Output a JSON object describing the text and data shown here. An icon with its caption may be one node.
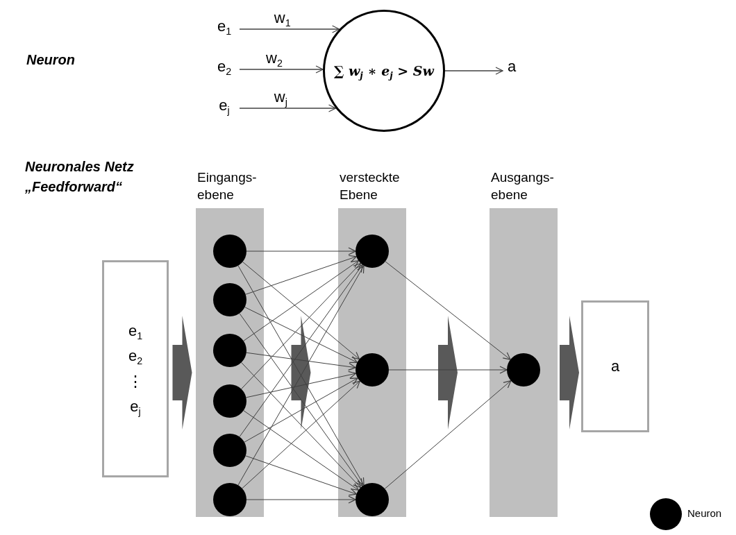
{
  "diagram": {
    "nodes": [
      {
        "text": [
          "e$_{1}$"
        ]
      },
      {
        "text": [
          "e$_{2}$"
        ]
      },
      {
        "text": [
          "e$_{j}$"
        ]
      },
      {
        "text": [
          "∑ w$_{j}$ ∗ e$_{j}$ > Sw"
        ]
      },
      {
        "text": [
          "a"
        ]
      },
      {
        "text": [
          "e$_{1}$",
          "e$_{2}$",
          "⋮",
          "e$_{j}$"
        ]
      },
      {
        "text": [
          "Eingangs- ebene"
        ]
      },
      {
        "text": [],
        "shape": "circle",
        "in": 6
      },
      {
        "text": [],
        "shape": "circle",
        "in": 6
      },
      {
        "text": [],
        "shape": "circle",
        "in": 6
      },
      {
        "text": [],
        "shape": "circle",
        "in": 6
      },
      {
        "text": [],
        "shape": "circle",
        "in": 6
      },
      {
        "text": [],
        "shape": "circle",
        "in": 6
      },
      {
        "text": [
          "versteckte Ebene"
        ]
      },
      {
        "text": [],
        "shape": "circle",
        "in": 13
      },
      {
        "text": [],
        "shape": "circle",
        "in": 13
      },
      {
        "text": [],
        "shape": "circle",
        "in": 13
      },
      {
        "text": [
          "Ausgangs- ebene"
        ]
      },
      {
        "text": [],
        "shape": "circle",
        "in": 17
      },
      {
        "text": [
          "a"
        ]
      }
    ],
    "edges": [
      {
        "from": 0,
        "to": 3,
        "arrow": "to",
        "label": "w$_{1}$"
      },
      {
        "from": 1,
        "to": 3,
        "arrow": "to",
        "label": "w$_{2}$"
      },
      {
        "from": 2,
        "to": 3,
        "arrow": "to",
        "label": "w$_{j}$"
      },
      {
        "from": 3,
        "to": 4,
        "arrow": "to"
      },
      {
        "from": 5,
        "to": 6,
        "arrow": "to",
        "style": "thick",
        "color": "#595959"
      },
      {
        "from": 6,
        "to": 13,
        "arrow": "to",
        "style": "thick",
        "color": "#595959"
      },
      {
        "from": 13,
        "to": 17,
        "arrow": "to",
        "style": "thick",
        "color": "#595959"
      },
      {
        "from": 17,
        "to": 19,
        "arrow": "to",
        "style": "thick",
        "color": "#595959"
      },
      {
        "from": 7,
        "to": 14,
        "arrow": "to"
      },
      {
        "from": 7,
        "to": 15,
        "arrow": "to"
      },
      {
        "from": 7,
        "to": 16,
        "arrow": "to"
      },
      {
        "from": 8,
        "to": 14,
        "arrow": "to"
      },
      {
        "from": 8,
        "to": 15,
        "arrow": "to"
      },
      {
        "from": 8,
        "to": 16,
        "arrow": "to"
      },
      {
        "from": 9,
        "to": 14,
        "arrow": "to"
      },
      {
        "from": 9,
        "to": 15,
        "arrow": "to"
      },
      {
        "from": 9,
        "to": 16,
        "arrow": "to"
      },
      {
        "from": 10,
        "to": 14,
        "arrow": "to"
      },
      {
        "from": 10,
        "to": 15,
        "arrow": "to"
      },
      {
        "from": 10,
        "to": 16,
        "arrow": "to"
      },
      {
        "from": 11,
        "to": 14,
        "arrow": "to"
      },
      {
        "from": 11,
        "to": 15,
        "arrow": "to"
      },
      {
        "from": 11,
        "to": 16,
        "arrow": "to"
      },
      {
        "from": 12,
        "to": 14,
        "arrow": "to"
      },
      {
        "from": 12,
        "to": 15,
        "arrow": "to"
      },
      {
        "from": 12,
        "to": 16,
        "arrow": "to"
      },
      {
        "from": 14,
        "to": 18,
        "arrow": "to"
      },
      {
        "from": 15,
        "to": 18,
        "arrow": "to"
      },
      {
        "from": 16,
        "to": 18,
        "arrow": "to"
      }
    ],
    "labels": [
      "Neuron",
      "Neuronales Netz „Feedforward“"
    ],
    "legend": [
      {
        "text": "Neuron"
      }
    ]
  }
}
